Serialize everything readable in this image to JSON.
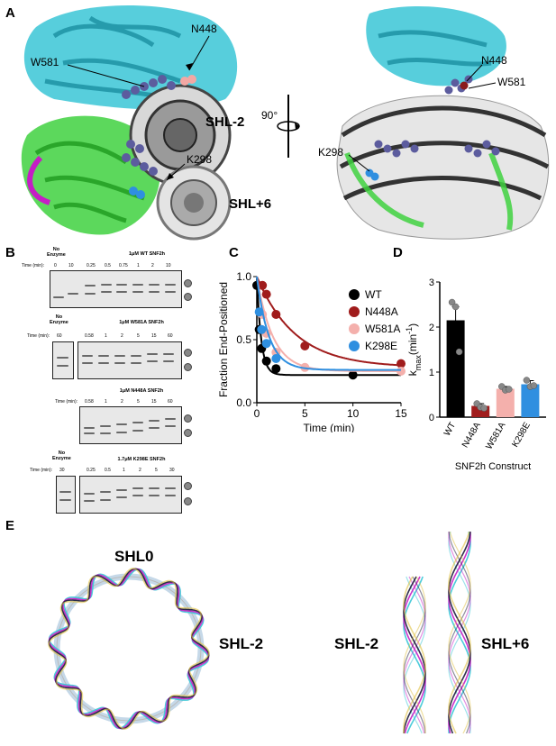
{
  "panels": {
    "a": {
      "letter": "A",
      "labels": {
        "n448": "N448",
        "w581": "W581",
        "shl_m2": "SHL-2",
        "shl_p6": "SHL+6",
        "k298": "K298",
        "rot": "90°",
        "n448_r": "N448",
        "w581_r": "W581",
        "k298_r": "K298"
      }
    },
    "b": {
      "letter": "B",
      "gel1": {
        "no_enzyme": "No\nEnzyme",
        "title": "1μM WT SNF2h",
        "time_label": "Time (min):",
        "times": [
          "0",
          "10",
          "0.25",
          "0.5",
          "0.75",
          "1",
          "2",
          "10"
        ]
      },
      "gel2": {
        "no_enzyme": "No\nEnzyme",
        "title": "1μM W581A SNF2h",
        "time_label": "Time (min):",
        "times": [
          "60",
          "0.58",
          "1",
          "2",
          "5",
          "15",
          "60"
        ]
      },
      "gel3": {
        "title": "1μM N448A SNF2h",
        "time_label": "Time (min):",
        "times": [
          "0.58",
          "1",
          "2",
          "5",
          "15",
          "60"
        ]
      },
      "gel4": {
        "no_enzyme": "No\nEnzyme",
        "title": "1.7μM K298E SNF2h",
        "time_label": "Time (min):",
        "times": [
          "30",
          "0.25",
          "0.5",
          "1",
          "2",
          "5",
          "30"
        ]
      }
    },
    "c": {
      "letter": "C"
    },
    "d": {
      "letter": "D"
    },
    "e": {
      "letter": "E",
      "labels": {
        "shl0": "SHL0",
        "shl_m2_left": "SHL-2",
        "shl_m2_right": "SHL-2",
        "shl_p6": "SHL+6"
      }
    }
  },
  "colors": {
    "wt": "#000000",
    "n448a": "#a01c1c",
    "w581a": "#f4b0ac",
    "k298e": "#2f8fe0",
    "cyan": "#39c6d6",
    "green": "#3fd13f",
    "magenta": "#c51ec5"
  },
  "chart_data": [
    {
      "type": "scatter",
      "panel": "C",
      "xlabel": "Time (min)",
      "ylabel": "Fraction End-Positioned",
      "xlim": [
        0,
        15
      ],
      "ylim": [
        0,
        1.0
      ],
      "xticks": [
        "0",
        "5",
        "10",
        "15"
      ],
      "yticks": [
        "0.0",
        "0.5",
        "1.0"
      ],
      "legend_position": "top-right",
      "series": [
        {
          "name": "WT",
          "color": "#000000",
          "x": [
            0,
            0.25,
            0.5,
            1,
            2,
            10
          ],
          "y": [
            0.93,
            0.58,
            0.43,
            0.33,
            0.27,
            0.22
          ],
          "fit": {
            "a": 0.22,
            "b": 0.78,
            "k": 2.2
          }
        },
        {
          "name": "N448A",
          "color": "#a01c1c",
          "x": [
            0.58,
            1,
            2,
            5,
            15
          ],
          "y": [
            0.93,
            0.86,
            0.7,
            0.45,
            0.31
          ],
          "fit": {
            "a": 0.28,
            "b": 0.72,
            "k": 0.25
          }
        },
        {
          "name": "W581A",
          "color": "#f4b0ac",
          "x": [
            0.58,
            1,
            2,
            5,
            15
          ],
          "y": [
            0.7,
            0.55,
            0.4,
            0.28,
            0.25
          ],
          "fit": {
            "a": 0.25,
            "b": 0.75,
            "k": 0.6
          }
        },
        {
          "name": "K298E",
          "color": "#2f8fe0",
          "x": [
            0.25,
            0.5,
            1,
            2
          ],
          "y": [
            0.72,
            0.58,
            0.47,
            0.35
          ],
          "fit": {
            "a": 0.26,
            "b": 0.74,
            "k": 0.8
          }
        }
      ]
    },
    {
      "type": "bar",
      "panel": "D",
      "ylabel": "k_max(min⁻¹)",
      "ylabel_main": "k",
      "ylabel_sub": "max",
      "ylabel_tail": "(min",
      "ylabel_sup": "-1",
      "ylabel_close": ")",
      "xlabel": "SNF2h Construct",
      "ylim": [
        0,
        3
      ],
      "yticks": [
        "0",
        "1",
        "2",
        "3"
      ],
      "categories": [
        "WT",
        "N448A",
        "W581A",
        "K298E"
      ],
      "values": [
        2.15,
        0.25,
        0.63,
        0.73
      ],
      "errors": [
        0.3,
        0.05,
        0.05,
        0.08
      ],
      "colors": [
        "#000000",
        "#a01c1c",
        "#f4b0ac",
        "#2f8fe0"
      ],
      "points": [
        [
          2.55,
          2.45,
          1.45
        ],
        [
          0.3,
          0.22,
          0.2
        ],
        [
          0.68,
          0.6,
          0.62
        ],
        [
          0.82,
          0.68,
          0.7
        ]
      ]
    }
  ]
}
